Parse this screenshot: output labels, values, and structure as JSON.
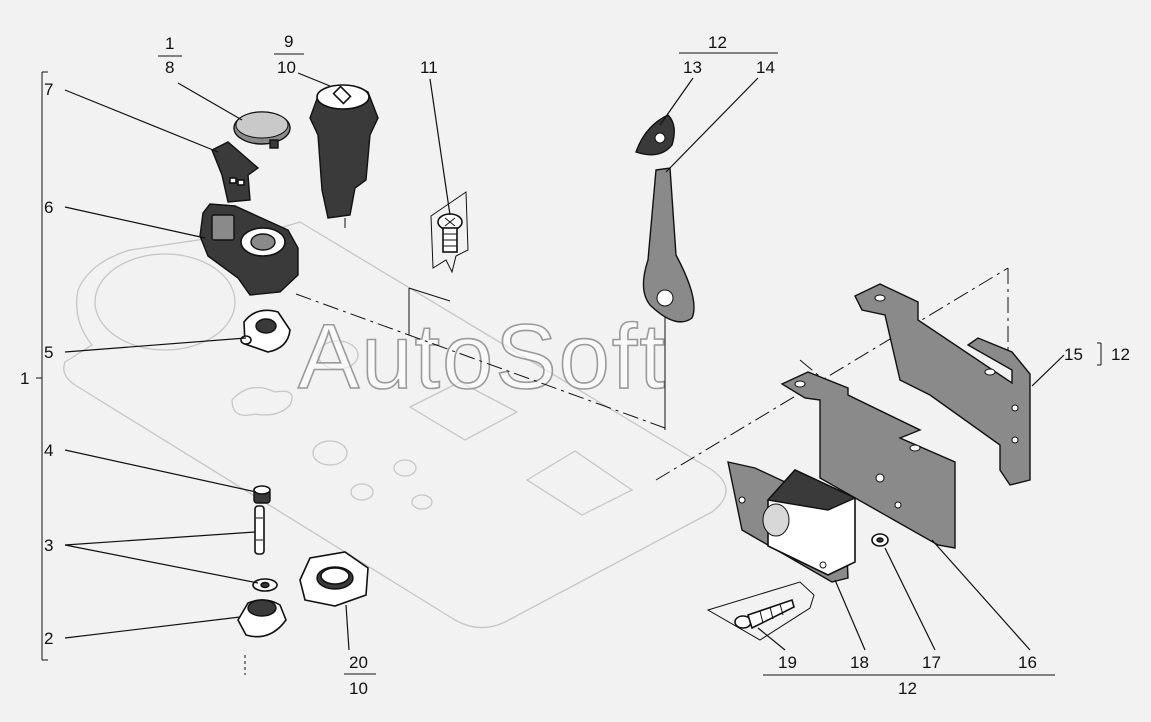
{
  "diagram": {
    "watermark": "AutoSoft",
    "callouts": {
      "n1": "1",
      "n2": "2",
      "n3": "3",
      "n4": "4",
      "n5": "5",
      "n6": "6",
      "n7": "7",
      "n11": "11",
      "n13": "13",
      "n14": "14",
      "n15": "15",
      "n16": "16",
      "n17": "17",
      "n18": "18",
      "n19": "19",
      "n12_a": "12",
      "n12_b": "12",
      "n12_c": "12"
    },
    "fractions": {
      "f1_8": {
        "num": "1",
        "den": "8"
      },
      "f9_10": {
        "num": "9",
        "den": "10"
      },
      "f20_10": {
        "num": "20",
        "den": "10"
      }
    }
  }
}
